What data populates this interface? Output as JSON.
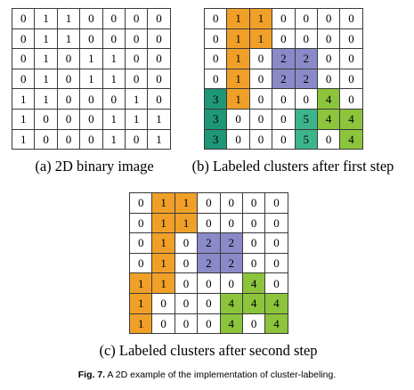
{
  "colors": {
    "white": "#ffffff",
    "orange": "#f0a028",
    "purple": "#8a8ac8",
    "green": "#8cc43c",
    "teal": "#3cb48c",
    "darkteal": "#1e9678",
    "grid_line": "#3a3a3a"
  },
  "panels": [
    {
      "id": "a",
      "caption": "(a) 2D binary image",
      "rows": [
        [
          "0",
          "1",
          "1",
          "0",
          "0",
          "0",
          "0"
        ],
        [
          "0",
          "1",
          "1",
          "0",
          "0",
          "0",
          "0"
        ],
        [
          "0",
          "1",
          "0",
          "1",
          "1",
          "0",
          "0"
        ],
        [
          "0",
          "1",
          "0",
          "1",
          "1",
          "0",
          "0"
        ],
        [
          "1",
          "1",
          "0",
          "0",
          "0",
          "1",
          "0"
        ],
        [
          "1",
          "0",
          "0",
          "0",
          "1",
          "1",
          "1"
        ],
        [
          "1",
          "0",
          "0",
          "0",
          "1",
          "0",
          "1"
        ]
      ],
      "fills": [
        [
          "w",
          "w",
          "w",
          "w",
          "w",
          "w",
          "w"
        ],
        [
          "w",
          "w",
          "w",
          "w",
          "w",
          "w",
          "w"
        ],
        [
          "w",
          "w",
          "w",
          "w",
          "w",
          "w",
          "w"
        ],
        [
          "w",
          "w",
          "w",
          "w",
          "w",
          "w",
          "w"
        ],
        [
          "w",
          "w",
          "w",
          "w",
          "w",
          "w",
          "w"
        ],
        [
          "w",
          "w",
          "w",
          "w",
          "w",
          "w",
          "w"
        ],
        [
          "w",
          "w",
          "w",
          "w",
          "w",
          "w",
          "w"
        ]
      ]
    },
    {
      "id": "b",
      "caption": "(b) Labeled clusters after first step",
      "rows": [
        [
          "0",
          "1",
          "1",
          "0",
          "0",
          "0",
          "0"
        ],
        [
          "0",
          "1",
          "1",
          "0",
          "0",
          "0",
          "0"
        ],
        [
          "0",
          "1",
          "0",
          "2",
          "2",
          "0",
          "0"
        ],
        [
          "0",
          "1",
          "0",
          "2",
          "2",
          "0",
          "0"
        ],
        [
          "3",
          "1",
          "0",
          "0",
          "0",
          "4",
          "0"
        ],
        [
          "3",
          "0",
          "0",
          "0",
          "5",
          "4",
          "4"
        ],
        [
          "3",
          "0",
          "0",
          "0",
          "5",
          "0",
          "4"
        ]
      ],
      "fills": [
        [
          "w",
          "orange",
          "orange",
          "w",
          "w",
          "w",
          "w"
        ],
        [
          "w",
          "orange",
          "orange",
          "w",
          "w",
          "w",
          "w"
        ],
        [
          "w",
          "orange",
          "w",
          "purple",
          "purple",
          "w",
          "w"
        ],
        [
          "w",
          "orange",
          "w",
          "purple",
          "purple",
          "w",
          "w"
        ],
        [
          "darkteal",
          "orange",
          "w",
          "w",
          "w",
          "green",
          "w"
        ],
        [
          "darkteal",
          "w",
          "w",
          "w",
          "teal",
          "green",
          "green"
        ],
        [
          "darkteal",
          "w",
          "w",
          "w",
          "teal",
          "w",
          "green"
        ]
      ]
    },
    {
      "id": "c",
      "caption": "(c) Labeled clusters after second step",
      "rows": [
        [
          "0",
          "1",
          "1",
          "0",
          "0",
          "0",
          "0"
        ],
        [
          "0",
          "1",
          "1",
          "0",
          "0",
          "0",
          "0"
        ],
        [
          "0",
          "1",
          "0",
          "2",
          "2",
          "0",
          "0"
        ],
        [
          "0",
          "1",
          "0",
          "2",
          "2",
          "0",
          "0"
        ],
        [
          "1",
          "1",
          "0",
          "0",
          "0",
          "4",
          "0"
        ],
        [
          "1",
          "0",
          "0",
          "0",
          "4",
          "4",
          "4"
        ],
        [
          "1",
          "0",
          "0",
          "0",
          "4",
          "0",
          "4"
        ]
      ],
      "fills": [
        [
          "w",
          "orange",
          "orange",
          "w",
          "w",
          "w",
          "w"
        ],
        [
          "w",
          "orange",
          "orange",
          "w",
          "w",
          "w",
          "w"
        ],
        [
          "w",
          "orange",
          "w",
          "purple",
          "purple",
          "w",
          "w"
        ],
        [
          "w",
          "orange",
          "w",
          "purple",
          "purple",
          "w",
          "w"
        ],
        [
          "orange",
          "orange",
          "w",
          "w",
          "w",
          "green",
          "w"
        ],
        [
          "orange",
          "w",
          "w",
          "w",
          "green",
          "green",
          "green"
        ],
        [
          "orange",
          "w",
          "w",
          "w",
          "green",
          "w",
          "green"
        ]
      ]
    }
  ],
  "figure_caption": {
    "label": "Fig. 7.",
    "text": " A 2D example of the implementation of cluster-labeling."
  }
}
